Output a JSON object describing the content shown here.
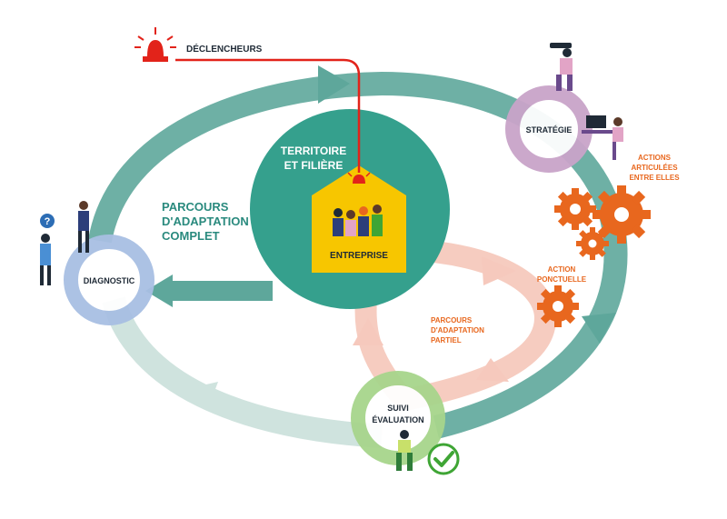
{
  "alert": {
    "label": "DÉCLENCHEURS",
    "icon": "siren-icon",
    "color": "#e2231a"
  },
  "full_path": {
    "label_line1": "PARCOURS",
    "label_line2": "D'ADAPTATION",
    "label_line3": "COMPLET",
    "color": "#2a8a7e"
  },
  "partial_path": {
    "label_line1": "PARCOURS",
    "label_line2": "D'ADAPTATION",
    "label_line3": "PARTIEL",
    "color": "#e8671e"
  },
  "territory": {
    "label_line1": "TERRITOIRE",
    "label_line2": "ET FILIÈRE",
    "color": "#35a08d"
  },
  "company": {
    "label": "ENTREPRISE",
    "color": "#f7c600"
  },
  "nodes": {
    "strategy": {
      "label": "STRATÉGIE",
      "color": "#c9a4c9"
    },
    "diagnostic": {
      "label": "DIAGNOSTIC",
      "color": "#a8bfe3"
    },
    "followup": {
      "label_line1": "SUIVI",
      "label_line2": "ÉVALUATION",
      "color": "#a7d58c"
    }
  },
  "actions": {
    "articulated": {
      "label_line1": "ACTIONS",
      "label_line2": "ARTICULÉES",
      "label_line3": "ENTRE ELLES"
    },
    "single": {
      "label_line1": "ACTION",
      "label_line2": "PONCTUELLE"
    },
    "color": "#e8671e"
  },
  "colors": {
    "ring_dark": "#5ea79b",
    "ring_light": "#cfe3de",
    "partial_loop": "#f6c9bd",
    "check": "#3fa535"
  }
}
